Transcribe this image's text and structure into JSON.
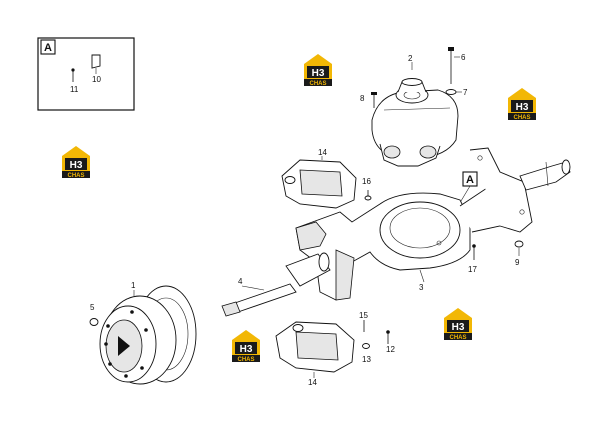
{
  "inset": {
    "letter": "A",
    "callouts": [
      "11",
      "10"
    ]
  },
  "view_marker": "A",
  "callouts": {
    "c1": "1",
    "c2": "2",
    "c3": "3",
    "c4": "4",
    "c5": "5",
    "c6": "6",
    "c7": "7",
    "c8": "8",
    "c9": "9",
    "c12": "12",
    "c13": "13",
    "c14a": "14",
    "c14b": "14",
    "c15": "15",
    "c16": "16",
    "c17": "17"
  },
  "watermark": {
    "letters": "H3",
    "word": "CHAS",
    "accent_color": "#f2b705",
    "dark_color": "#1a1a1a"
  }
}
